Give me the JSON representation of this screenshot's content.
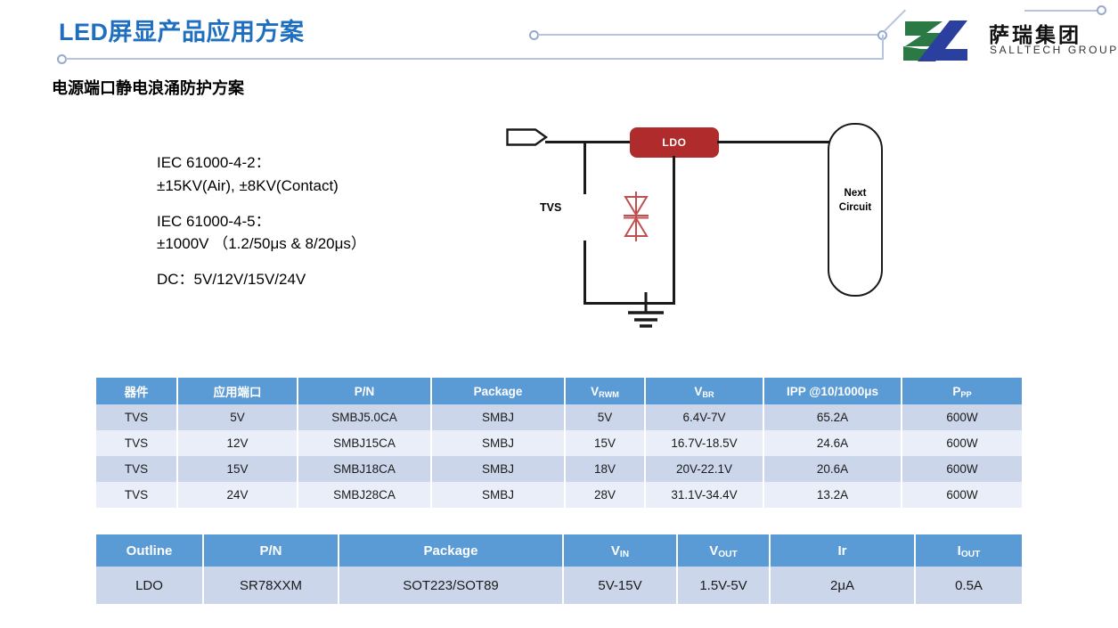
{
  "header": {
    "title": "LED屏显产品应用方案",
    "title_color": "#1f6fc0",
    "subtitle": "电源端口静电浪涌防护方案",
    "logo": {
      "cn": "萨瑞集团",
      "en": "SALLTECH GROUP",
      "mark_green": "#2b7a46",
      "mark_blue": "#2b3f9e"
    }
  },
  "spec": {
    "line1": "IEC 61000-4-2：",
    "line2": "±15KV(Air), ±8KV(Contact)",
    "line3": "IEC 61000-4-5：",
    "line4": "±1000V （1.2/50μs & 8/20μs）",
    "line5": "DC：5V/12V/15V/24V"
  },
  "circuit": {
    "ldo_label": "LDO",
    "ldo_color": "#b02b2b",
    "tvs_label": "TVS",
    "tvs_color": "#c05050",
    "next_line1": "Next",
    "next_line2": "Circuit"
  },
  "table_tvs": {
    "headers": [
      {
        "text": "器件",
        "sub": ""
      },
      {
        "text": "应用端口",
        "sub": ""
      },
      {
        "text": "P/N",
        "sub": ""
      },
      {
        "text": "Package",
        "sub": ""
      },
      {
        "text": "V",
        "sub": "RWM"
      },
      {
        "text": "V",
        "sub": "BR"
      },
      {
        "text": "IPP @10/1000μs",
        "sub": ""
      },
      {
        "text": "P",
        "sub": "PP"
      }
    ],
    "rows": [
      [
        "TVS",
        "5V",
        "SMBJ5.0CA",
        "SMBJ",
        "5V",
        "6.4V-7V",
        "65.2A",
        "600W"
      ],
      [
        "TVS",
        "12V",
        "SMBJ15CA",
        "SMBJ",
        "15V",
        "16.7V-18.5V",
        "24.6A",
        "600W"
      ],
      [
        "TVS",
        "15V",
        "SMBJ18CA",
        "SMBJ",
        "18V",
        "20V-22.1V",
        "20.6A",
        "600W"
      ],
      [
        "TVS",
        "24V",
        "SMBJ28CA",
        "SMBJ",
        "28V",
        "31.1V-34.4V",
        "13.2A",
        "600W"
      ]
    ]
  },
  "table_ldo": {
    "headers": [
      {
        "text": "Outline",
        "sub": ""
      },
      {
        "text": "P/N",
        "sub": ""
      },
      {
        "text": "Package",
        "sub": ""
      },
      {
        "text": "V",
        "sub": "IN"
      },
      {
        "text": "V",
        "sub": "OUT"
      },
      {
        "text": "Ir",
        "sub": ""
      },
      {
        "text": "I",
        "sub": "OUT"
      }
    ],
    "rows": [
      [
        "LDO",
        "SR78XXM",
        "SOT223/SOT89",
        "5V-15V",
        "1.5V-5V",
        "2μA",
        "0.5A"
      ]
    ]
  },
  "colors": {
    "header_blue": "#5b9bd5",
    "row_a": "#ccd6ea",
    "row_b": "#e9eef8",
    "deco_line": "#b7c4dd"
  }
}
